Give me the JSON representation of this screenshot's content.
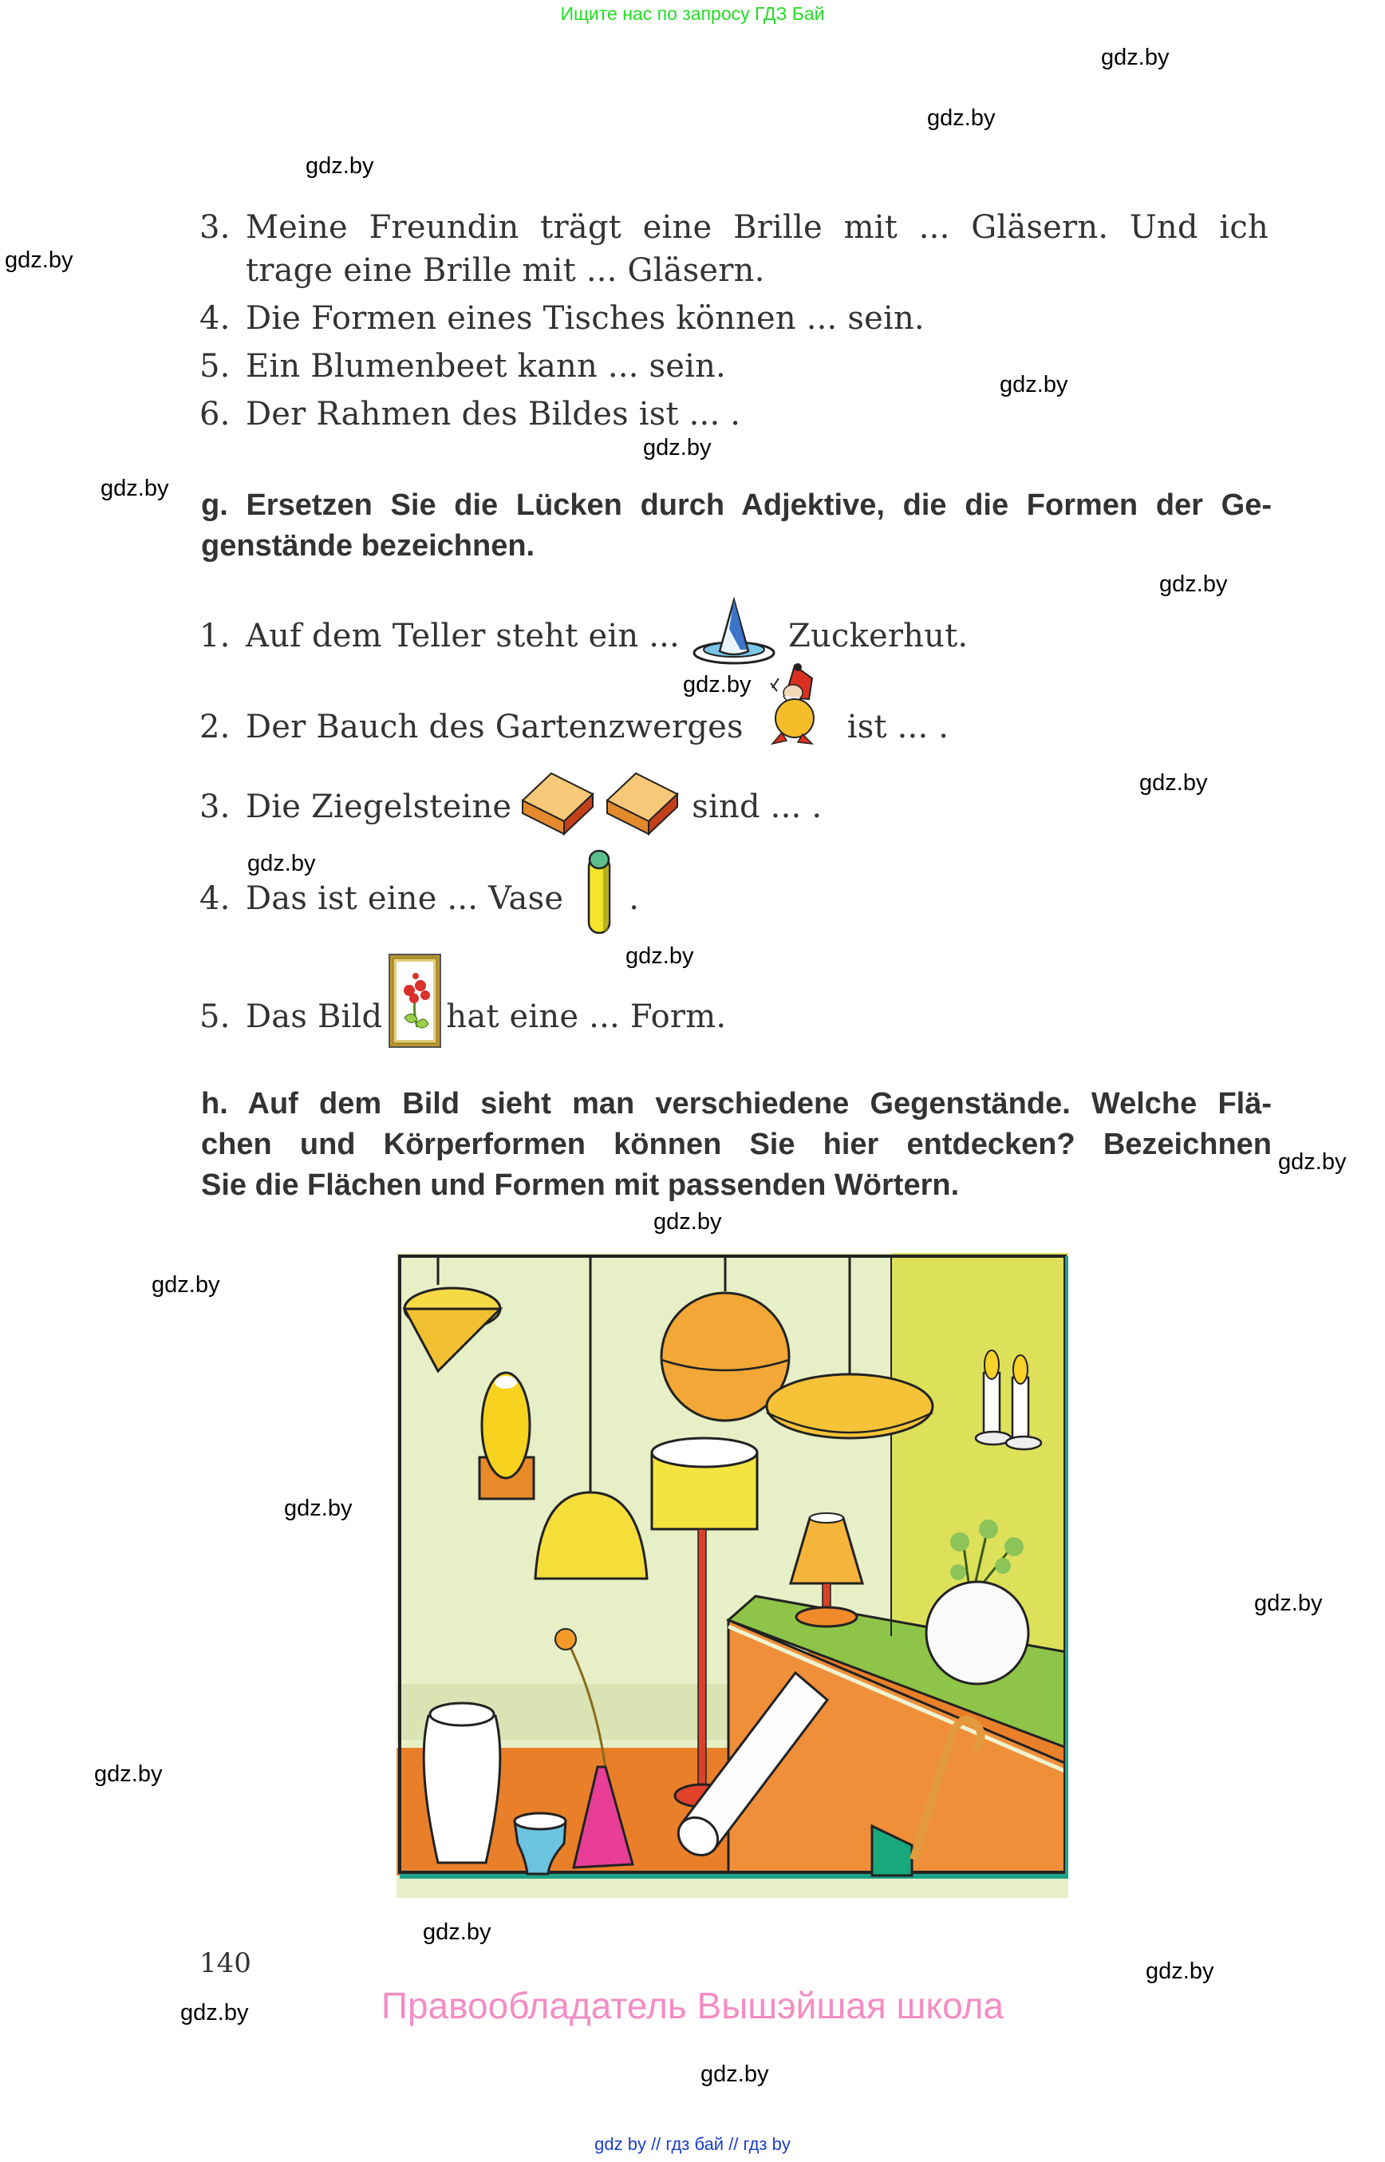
{
  "banner": {
    "text": "Ищите нас по запросу ГДЗ Бай"
  },
  "watermark": {
    "text": "gdz.by"
  },
  "section_f_items": [
    {
      "num": "3.",
      "line1": "Meine Freundin trägt eine Brille mit ... Gläsern. Und ich",
      "line2": "trage eine Brille mit ... Gläsern."
    },
    {
      "num": "4.",
      "text": "Die Formen eines Tisches können ... sein."
    },
    {
      "num": "5.",
      "text": "Ein Blumenbeet kann ... sein."
    },
    {
      "num": "6.",
      "text": "Der Rahmen des Bildes ist ... ."
    }
  ],
  "task_g": {
    "heading": "g. Ersetzen Sie die Lücken durch Adjektive, die die Formen der Gegenstände bezeichnen.",
    "heading_line1": "g. Ersetzen Sie die Lücken durch Adjektive, die die Formen der Ge-",
    "heading_line2": "genstände bezeichnen.",
    "items": [
      {
        "num": "1.",
        "before": "Auf dem Teller steht ein ...",
        "after": "Zuckerhut.",
        "image": "sugarloaf-cone-on-plate"
      },
      {
        "num": "2.",
        "before": "Der Bauch des Gartenzwerges",
        "after": "ist ... .",
        "image": "garden-gnome"
      },
      {
        "num": "3.",
        "before": "Die Ziegelsteine",
        "after": "sind ... .",
        "image": "two-bricks"
      },
      {
        "num": "4.",
        "before": "Das ist eine ... Vase",
        "after": ".",
        "image": "cylindrical-vase"
      },
      {
        "num": "5.",
        "before": "Das Bild",
        "after": "hat eine ... Form.",
        "image": "framed-flower-picture"
      }
    ]
  },
  "task_h": {
    "line1": "h. Auf dem Bild sieht man verschiedene Gegenstände. Welche Flä-",
    "line2": "chen und Körperformen können Sie hier entdecken? Bezeichnen",
    "line3": "Sie die Flächen und Formen mit passenden Wörtern.",
    "illustration": "room-with-lamps-vases-and-shapes"
  },
  "page_number": "140",
  "copyright": "Правообладатель Вышэйшая школа",
  "footer": "gdz by  //  гдз бай  //  гдз by",
  "colors": {
    "banner_green": "#22dd22",
    "copyright_pink": "#f48cc4",
    "footer_blue": "#1a3fcc",
    "text": "#333333"
  }
}
